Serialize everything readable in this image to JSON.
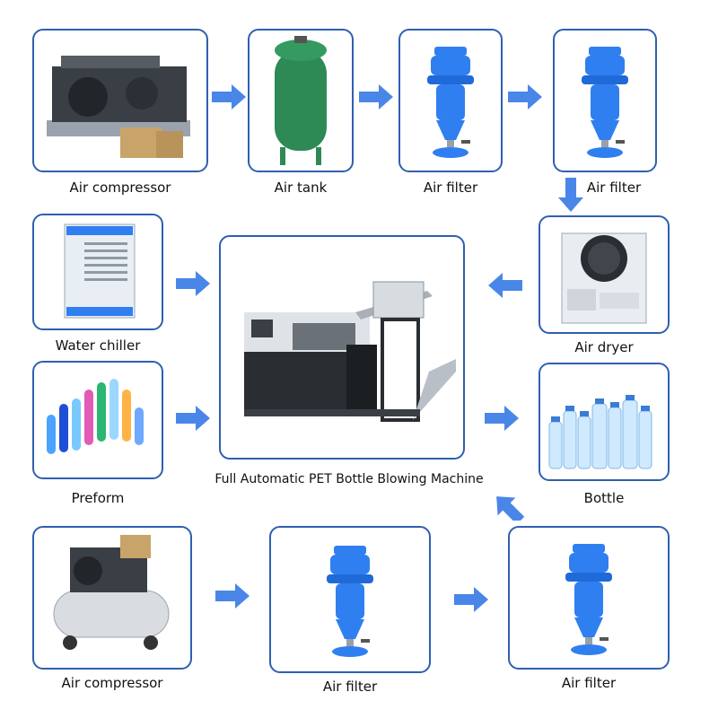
{
  "colors": {
    "box_border": "#2f5fb0",
    "arrow": "#4a86e8",
    "filter_blue": "#2f7ff0"
  },
  "nodes": {
    "compressor_top": {
      "label": "Air compressor",
      "icon": "air-compressor-icon"
    },
    "tank": {
      "label": "Air tank",
      "icon": "air-tank-icon"
    },
    "filter_top_1": {
      "label": "Air filter",
      "icon": "air-filter-icon"
    },
    "filter_top_2": {
      "label": "Air filter",
      "icon": "air-filter-icon"
    },
    "chiller": {
      "label": "Water chiller",
      "icon": "water-chiller-icon"
    },
    "dryer": {
      "label": "Air dryer",
      "icon": "air-dryer-icon"
    },
    "preform": {
      "label": "Preform",
      "icon": "preform-icon"
    },
    "machine": {
      "label": "Full Automatic PET Bottle Blowing Machine",
      "icon": "blowing-machine-icon"
    },
    "bottle": {
      "label": "Bottle",
      "icon": "bottles-icon"
    },
    "compressor_bottom": {
      "label": "Air compressor",
      "icon": "air-compressor-icon"
    },
    "filter_bottom_1": {
      "label": "Air filter",
      "icon": "air-filter-icon"
    },
    "filter_bottom_2": {
      "label": "Air filter",
      "icon": "air-filter-icon"
    }
  }
}
